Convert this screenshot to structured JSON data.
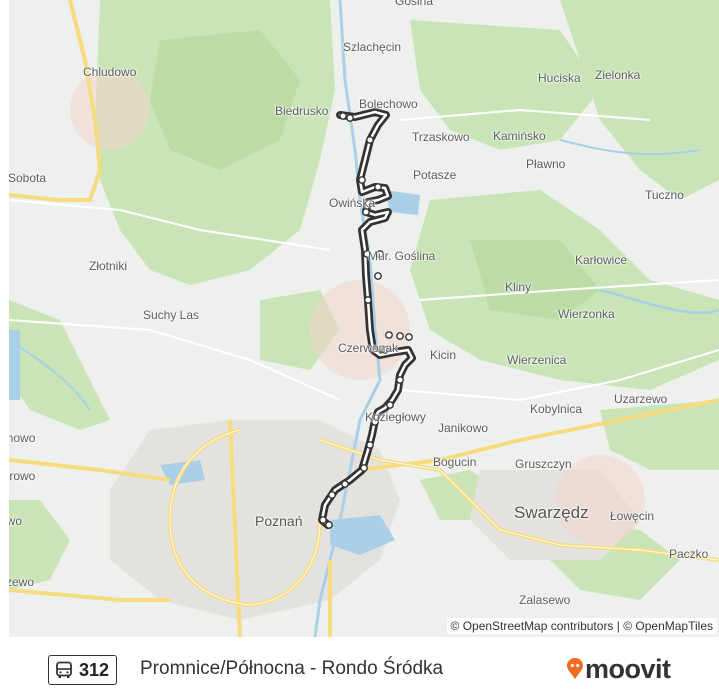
{
  "map": {
    "places": [
      {
        "id": "gosina",
        "label": "Gośina"
      },
      {
        "id": "szlachecin",
        "label": "Szlachęcin"
      },
      {
        "id": "chludowo",
        "label": "Chludowo"
      },
      {
        "id": "huciska",
        "label": "Huciska"
      },
      {
        "id": "zielonka",
        "label": "Zielonka"
      },
      {
        "id": "biedrusko",
        "label": "Biedrusko"
      },
      {
        "id": "bolechowo",
        "label": "Bolechowo"
      },
      {
        "id": "trzaskowo",
        "label": "Trzaskowo"
      },
      {
        "id": "kaminsko",
        "label": "Kamińsko"
      },
      {
        "id": "plawno",
        "label": "Pławno"
      },
      {
        "id": "sobota",
        "label": "Sobota"
      },
      {
        "id": "potasze",
        "label": "Potasze"
      },
      {
        "id": "owinska",
        "label": "Owińska"
      },
      {
        "id": "tuczno",
        "label": "Tuczno"
      },
      {
        "id": "murowana",
        "label": "Mur. Goślina"
      },
      {
        "id": "karlowice",
        "label": "Karłowice"
      },
      {
        "id": "zlotniki",
        "label": "Złotniki"
      },
      {
        "id": "kliny",
        "label": "Kliny"
      },
      {
        "id": "suchylas",
        "label": "Suchy Las"
      },
      {
        "id": "wierzonka",
        "label": "Wierzonka"
      },
      {
        "id": "czerwonak",
        "label": "Czerwonak"
      },
      {
        "id": "kicin",
        "label": "Kicin"
      },
      {
        "id": "wierzenica",
        "label": "Wierzenica"
      },
      {
        "id": "kobylnica",
        "label": "Kobylnica"
      },
      {
        "id": "uzarzewo",
        "label": "Uzarzewo"
      },
      {
        "id": "koziegłowy",
        "label": "Koziegłowy"
      },
      {
        "id": "janikowo",
        "label": "Janikowo"
      },
      {
        "id": "anowo",
        "label": "anowo"
      },
      {
        "id": "bogucin",
        "label": "Bogucin"
      },
      {
        "id": "gruszczyn",
        "label": "Gruszczyn"
      },
      {
        "id": "ierowo",
        "label": "ierowo"
      },
      {
        "id": "swarzedz",
        "label": "Swarzędz"
      },
      {
        "id": "lowecin",
        "label": "Łowęcin"
      },
      {
        "id": "owo",
        "label": "owo"
      },
      {
        "id": "poznan",
        "label": "Poznań"
      },
      {
        "id": "paczkowo",
        "label": "Paczko"
      },
      {
        "id": "zzewo",
        "label": "zzewo"
      },
      {
        "id": "zalasewo",
        "label": "Zalasewo"
      }
    ],
    "attribution": "© OpenStreetMap contributors | © OpenMapTiles"
  },
  "route": {
    "icon": "bus-icon",
    "number": "312",
    "name": "Promnice/Północna - Rondo Śródka",
    "line_color": "#333333"
  },
  "brand": {
    "name": "moovit",
    "pin_color": "#f26b21"
  },
  "colors": {
    "forest": "#c9e5b7",
    "water": "#a9cfe9",
    "major_road": "#fbe7a3",
    "urban": "#e6e4e0"
  }
}
